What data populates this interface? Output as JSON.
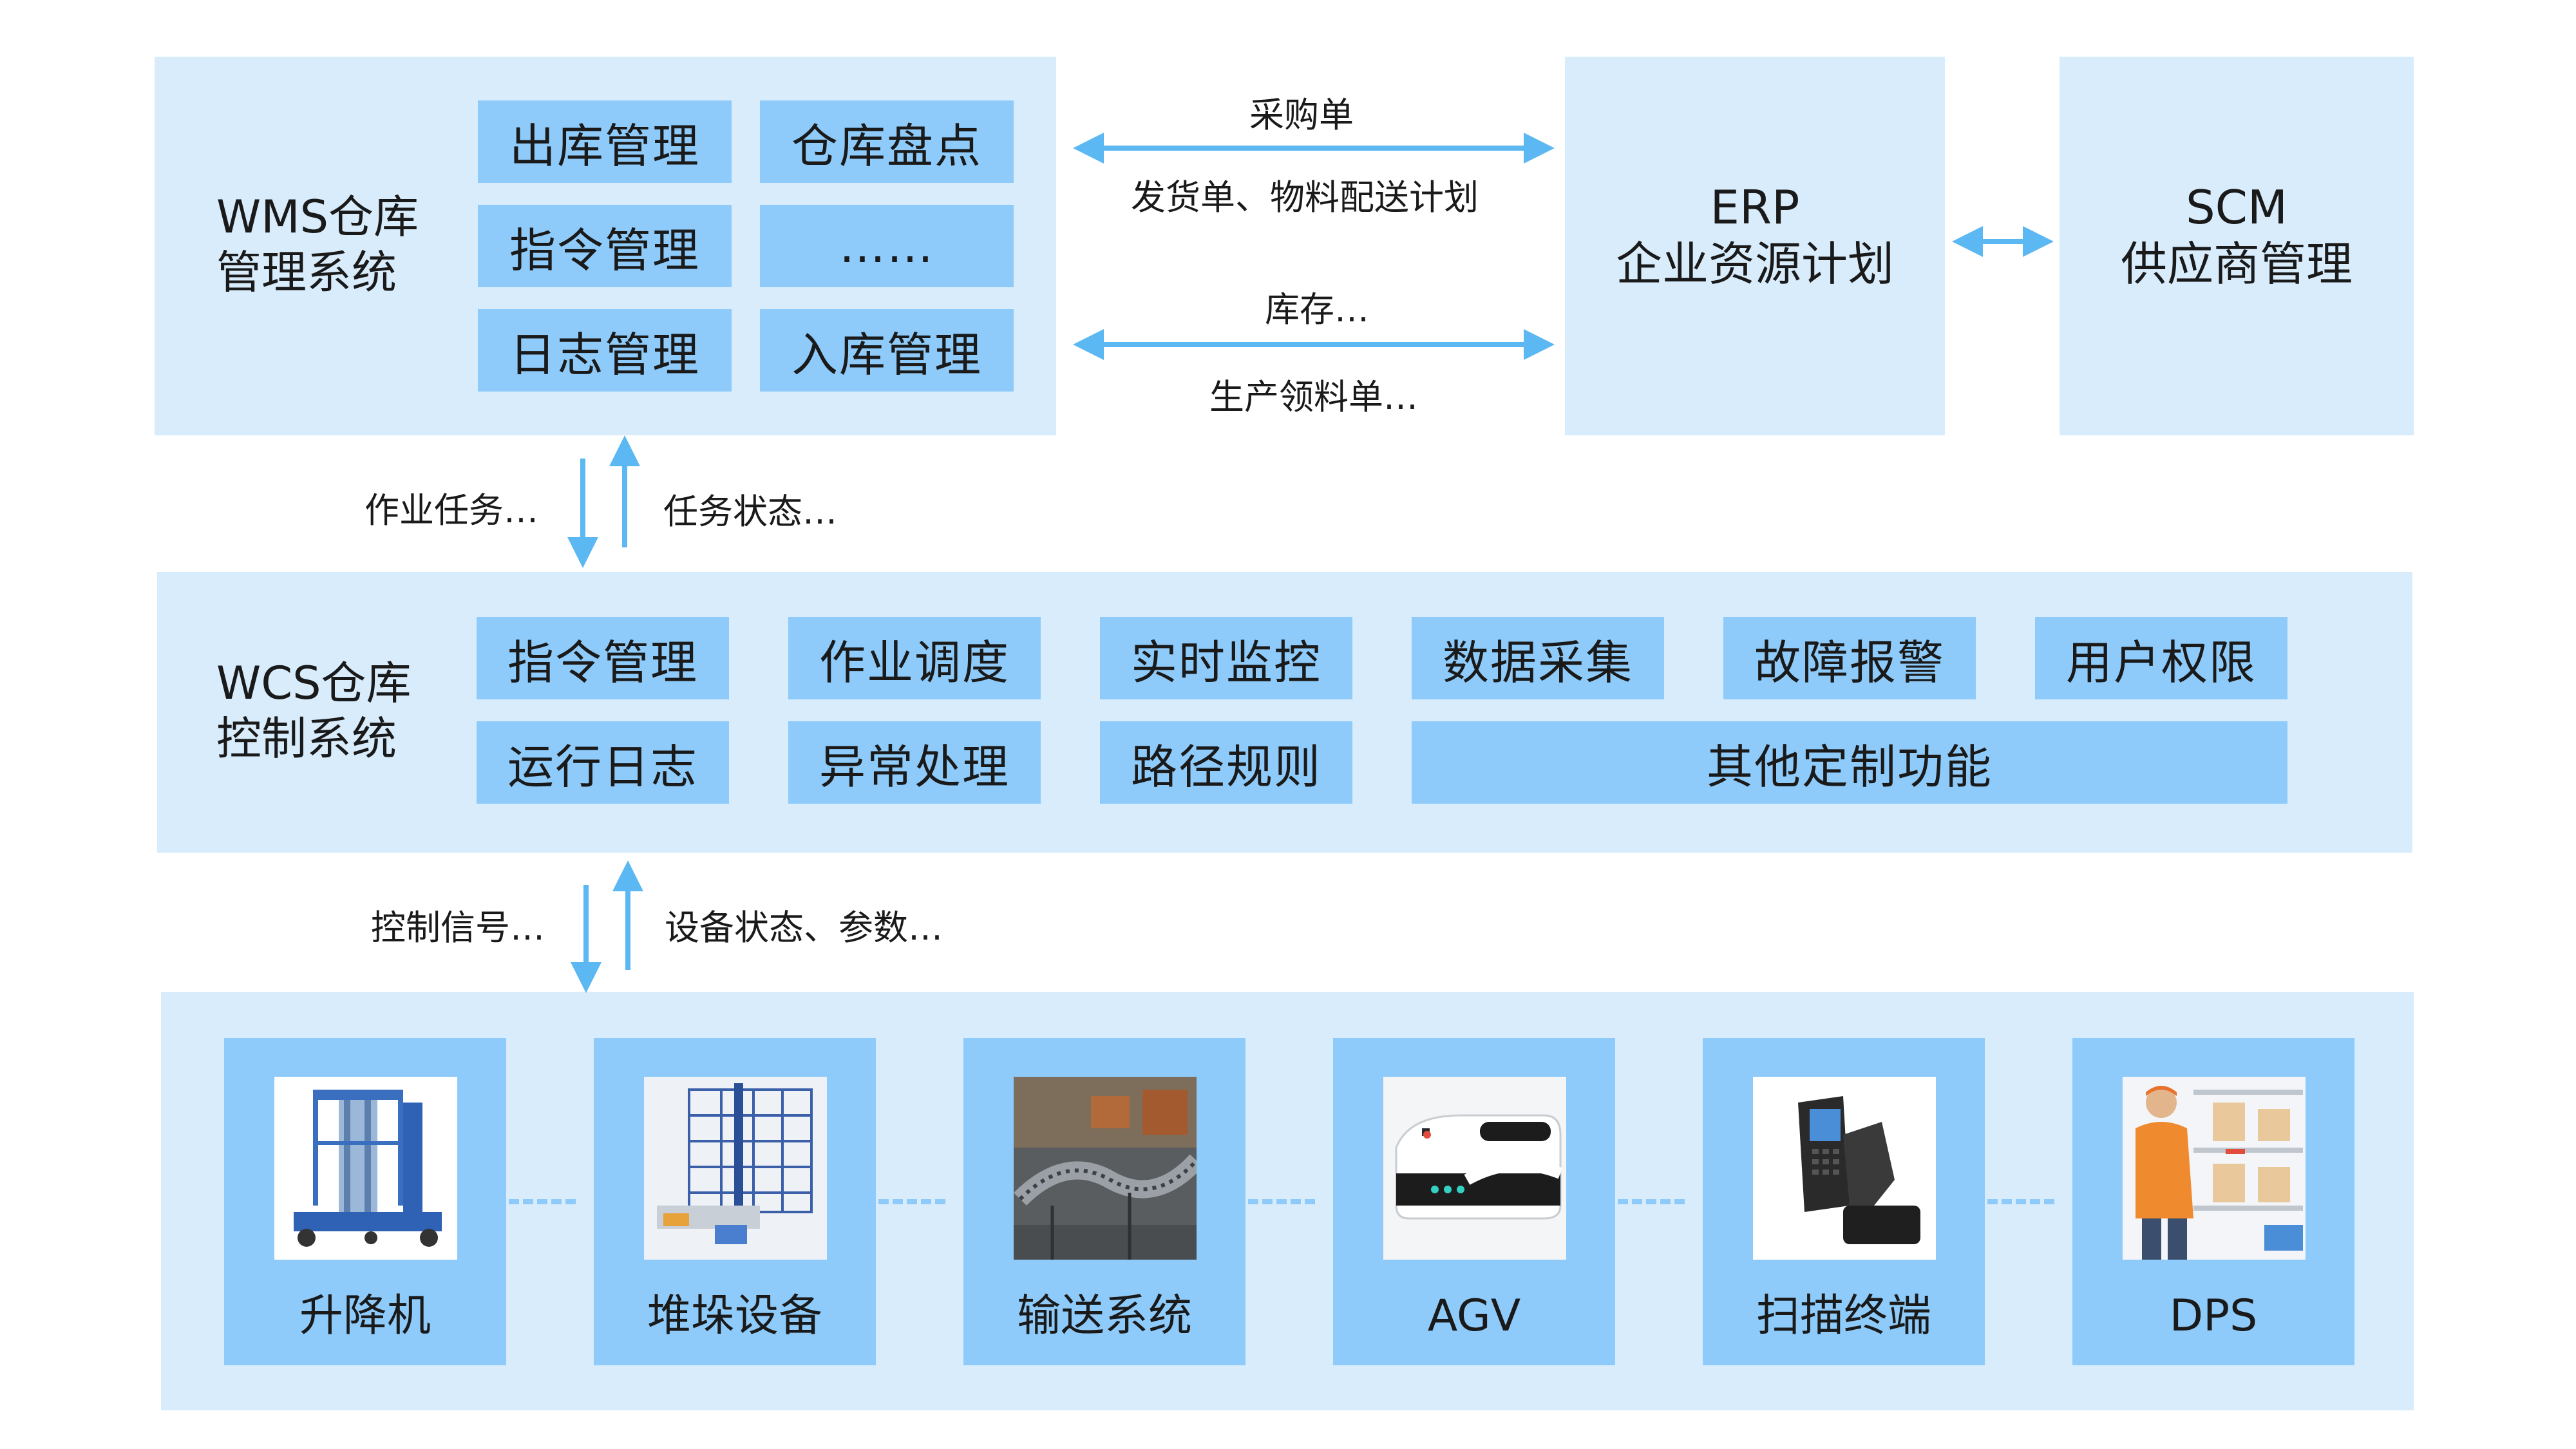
{
  "wms": {
    "title_line1": "WMS仓库",
    "title_line2": "管理系统",
    "modules": [
      "出库管理",
      "仓库盘点",
      "指令管理",
      "……",
      "日志管理",
      "入库管理"
    ]
  },
  "erp": {
    "line1": "ERP",
    "line2": "企业资源计划"
  },
  "scm": {
    "line1": "SCM",
    "line2": "供应商管理"
  },
  "wms_erp_labels": {
    "top_1": "采购单",
    "top_2": "发货单、物料配送计划",
    "bottom_1": "库存…",
    "bottom_2": "生产领料单…"
  },
  "wms_wcs_labels": {
    "down": "作业任务…",
    "up": "任务状态…"
  },
  "wcs": {
    "title_line1": "WCS仓库",
    "title_line2": "控制系统",
    "row1": [
      "指令管理",
      "作业调度",
      "实时监控",
      "数据采集",
      "故障报警",
      "用户权限"
    ],
    "row2": [
      "运行日志",
      "异常处理",
      "路径规则",
      "其他定制功能"
    ]
  },
  "wcs_device_labels": {
    "down": "控制信号…",
    "up": "设备状态、参数…"
  },
  "devices": [
    {
      "label": "升降机",
      "icon": "lift-icon"
    },
    {
      "label": "堆垛设备",
      "icon": "stacker-icon"
    },
    {
      "label": "输送系统",
      "icon": "conveyor-icon"
    },
    {
      "label": "AGV",
      "icon": "agv-icon"
    },
    {
      "label": "扫描终端",
      "icon": "scanner-icon"
    },
    {
      "label": "DPS",
      "icon": "dps-icon"
    }
  ],
  "colors": {
    "panel": "#d8ecfc",
    "button": "#8ecbfa",
    "arrow": "#5bb8f2"
  }
}
